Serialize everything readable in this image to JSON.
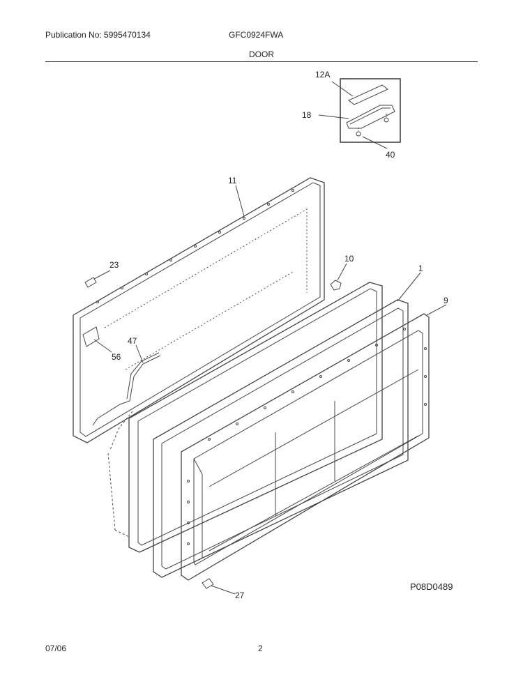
{
  "header": {
    "publication": "Publication No: 5995470134",
    "model": "GFC0924FWA",
    "section": "DOOR"
  },
  "callouts": {
    "c12A": "12A",
    "c18": "18",
    "c40": "40",
    "c11": "11",
    "c23": "23",
    "c10": "10",
    "c1": "1",
    "c9": "9",
    "c47": "47",
    "c56": "56",
    "c27": "27"
  },
  "figure_code": "P08D0489",
  "footer": {
    "date": "07/06",
    "page": "2"
  }
}
